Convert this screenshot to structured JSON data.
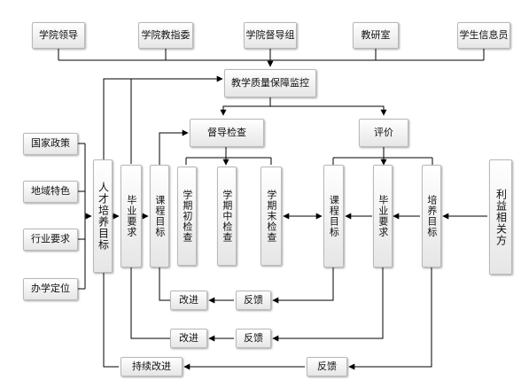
{
  "top_row": {
    "leadership": "学院领导",
    "teaching_committee": "学院教指委",
    "supervision_group": "学院督导组",
    "teaching_office": "教研室",
    "student_informant": "学生信息员"
  },
  "monitor": "教学质量保障监控",
  "supervision_check": "督导检查",
  "evaluation": "评价",
  "inputs": {
    "national_policy": "国家政策",
    "regional_features": "地域特色",
    "industry_requirements": "行业要求",
    "school_positioning": "办学定位"
  },
  "left_chain": {
    "talent_goal": "人才培养目标",
    "graduation_req": "毕业要求",
    "course_goal": "课程目标"
  },
  "checks": {
    "early": "学期初检查",
    "mid": "学期中检查",
    "end": "学期末检查"
  },
  "right_chain": {
    "course_goal": "课程目标",
    "graduation_req": "毕业要求",
    "training_goal": "培养目标"
  },
  "stakeholders": "利益相关方",
  "loops": {
    "improve_1": "改进",
    "feedback_1": "反馈",
    "improve_2": "改进",
    "feedback_2": "反馈",
    "continuous_improve": "持续改进",
    "feedback_3": "反馈"
  }
}
